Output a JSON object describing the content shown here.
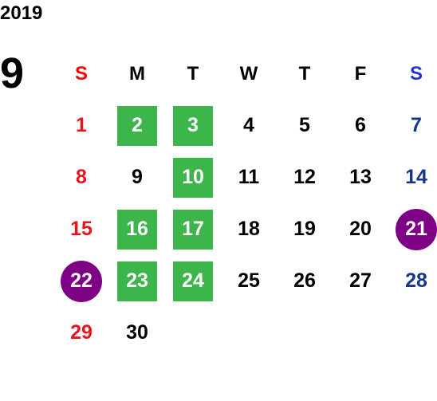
{
  "calendar": {
    "year": "2019",
    "month": "9",
    "weekdays": [
      "S",
      "M",
      "T",
      "W",
      "T",
      "F",
      "S"
    ],
    "weeks": [
      [
        null,
        null,
        null,
        null,
        null,
        null,
        null
      ],
      [
        "1",
        "2",
        "3",
        "4",
        "5",
        "6",
        "7"
      ],
      [
        "8",
        "9",
        "10",
        "11",
        "12",
        "13",
        "14"
      ],
      [
        "15",
        "16",
        "17",
        "18",
        "19",
        "20",
        "21"
      ],
      [
        "22",
        "23",
        "24",
        "25",
        "26",
        "27",
        "28"
      ],
      [
        "29",
        "30",
        null,
        null,
        null,
        null,
        null
      ]
    ],
    "highlighted_green": [
      "2",
      "3",
      "10",
      "16",
      "17",
      "23",
      "24"
    ],
    "highlighted_purple": [
      "21",
      "22"
    ],
    "colors": {
      "sunday": "#e8141e",
      "saturday": "#15358f",
      "green_highlight": "#3cb54a",
      "purple_highlight": "#7e0085"
    }
  }
}
